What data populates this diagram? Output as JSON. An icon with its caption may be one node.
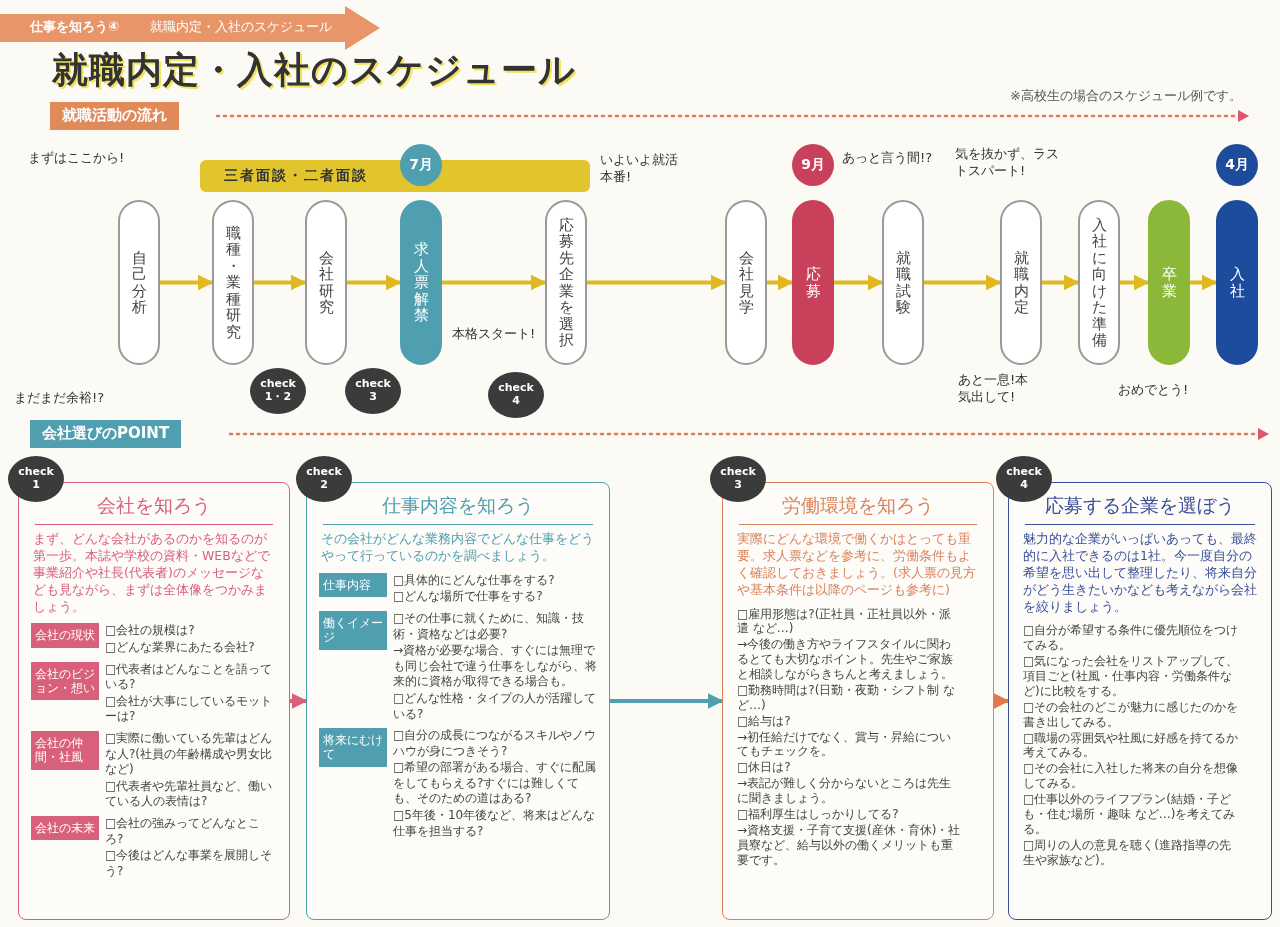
{
  "diagram": {
    "title": "就職内定・入社のスケジュール",
    "nodes": [
      {
        "text": [
          "自己分析"
        ]
      },
      {
        "text": [
          "職種・業種研究"
        ]
      },
      {
        "text": [
          "会社研究"
        ]
      },
      {
        "text": [
          "求人票解禁"
        ],
        "beside": [
          "7月"
        ]
      },
      {
        "text": [
          "応募先企業を選択"
        ]
      },
      {
        "text": [
          "会社見学"
        ]
      },
      {
        "text": [
          "応募"
        ],
        "beside": [
          "9月"
        ]
      },
      {
        "text": [
          "就職試験"
        ]
      },
      {
        "text": [
          "就職内定"
        ]
      },
      {
        "text": [
          "入社に向けた準備"
        ]
      },
      {
        "text": [
          "卒業"
        ]
      },
      {
        "text": [
          "入社"
        ],
        "beside": [
          "4月"
        ]
      },
      {
        "text": [
          "三者面談・二者面談"
        ]
      },
      {
        "text": [
          "check 1・2"
        ]
      },
      {
        "text": [
          "check 3"
        ]
      },
      {
        "text": [
          "check 4"
        ]
      },
      {
        "text": [
          "会社を知ろう",
          "まず、どんな会社があるのかを知るのが第一歩。本誌や学校の資料・WEBなどで事業紹介や社長(代表者)のメッセージなども見ながら、まずは全体像をつかみましょう。"
        ]
      },
      {
        "text": [
          "会社の現状"
        ],
        "in": 16,
        "beside": [
          "□会社の規模は?",
          "□どんな業界にあたる会社?"
        ]
      },
      {
        "text": [
          "会社のビジョン・想い"
        ],
        "in": 16,
        "beside": [
          "□代表者はどんなことを語っている?",
          "□会社が大事にしているモットーは?"
        ]
      },
      {
        "text": [
          "会社の仲間・社風"
        ],
        "in": 16,
        "beside": [
          "□実際に働いている先輩はどんな人?(社員の年齢構成や男女比など)",
          "□代表者や先輩社員など、働いている人の表情は?"
        ]
      },
      {
        "text": [
          "会社の未来"
        ],
        "in": 16,
        "beside": [
          "□会社の強みってどんなところ?",
          "□今後はどんな事業を展開しそう?"
        ]
      },
      {
        "text": [
          "仕事内容を知ろう",
          "その会社がどんな業務内容でどんな仕事をどうやって行っているのかを調べましょう。"
        ]
      },
      {
        "text": [
          "仕事内容"
        ],
        "in": 21,
        "beside": [
          "□具体的にどんな仕事をする?",
          "□どんな場所で仕事をする?"
        ]
      },
      {
        "text": [
          "働くイメージ"
        ],
        "in": 21,
        "beside": [
          "□その仕事に就くために、知識・技術・資格などは必要?",
          "→資格が必要な場合、すぐには無理でも同じ会社で違う仕事をしながら、将来的に資格が取得できる場合も。",
          "□どんな性格・タイプの人が活躍している?"
        ]
      },
      {
        "text": [
          "将来にむけて"
        ],
        "in": 21,
        "beside": [
          "□自分の成長につながるスキルやノウハウが身につきそう?",
          "□希望の部署がある場合、すぐに配属をしてもらえる?すぐには難しくても、そのための道はある?",
          "□5年後・10年後など、将来はどんな仕事を担当する?"
        ]
      },
      {
        "text": [
          "労働環境を知ろう",
          "実際にどんな環境で働くかはとっても重要。求人票などを参考に、労働条件もよく確認しておきましょう。(求人票の見方や基本条件は以降のページも参考に)",
          "□雇用形態は?(正社員・正社員以外・派遣 など…)",
          "→今後の働き方やライフスタイルに関わるとても大切なポイント。先生やご家族と相談しながらきちんと考えましょう。",
          "□勤務時間は?(日勤・夜勤・シフト制 など…)",
          "□給与は?",
          "→初任給だけでなく、賞与・昇給についてもチェックを。",
          "□休日は?",
          "→表記が難しく分からないところは先生に聞きましょう。",
          "□福利厚生はしっかりしてる?",
          "→資格支援・子育て支援(産休・育休)・社員寮など、給与以外の働くメリットも重要です。"
        ]
      },
      {
        "text": [
          "応募する企業を選ぼう",
          "魅力的な企業がいっぱいあっても、最終的に入社できるのは1社。今一度自分の希望を思い出して整理したり、将来自分がどう生きたいかなども考えながら会社を絞りましょう。",
          "□自分が希望する条件に優先順位をつけてみる。",
          "□気になった会社をリストアップして、項目ごと(社風・仕事内容・労働条件など)に比較をする。",
          "□その会社のどこが魅力に感じたのかを書き出してみる。",
          "□職場の雰囲気や社風に好感を持てるか考えてみる。",
          "□その会社に入社した将来の自分を想像してみる。",
          "□仕事以外のライフプラン(結婚・子ども・住む場所・趣味 など…)を考えてみる。",
          "□周りの人の意見を聴く(進路指導の先生や家族など)。"
        ]
      },
      {
        "text": [
          "check 1"
        ]
      },
      {
        "text": [
          "check 2"
        ]
      },
      {
        "text": [
          "check 3"
        ]
      },
      {
        "text": [
          "check 4"
        ]
      }
    ],
    "edges": [
      {
        "from": 0,
        "to": 1,
        "arrow": "to"
      },
      {
        "from": 1,
        "to": 2,
        "arrow": "to"
      },
      {
        "from": 2,
        "to": 3,
        "arrow": "to"
      },
      {
        "from": 3,
        "to": 4,
        "arrow": "to"
      },
      {
        "from": 4,
        "to": 5,
        "arrow": "to"
      },
      {
        "from": 5,
        "to": 6,
        "arrow": "to"
      },
      {
        "from": 6,
        "to": 7,
        "arrow": "to"
      },
      {
        "from": 7,
        "to": 8,
        "arrow": "to"
      },
      {
        "from": 8,
        "to": 9,
        "arrow": "to"
      },
      {
        "from": 9,
        "to": 10,
        "arrow": "to"
      },
      {
        "from": 10,
        "to": 11,
        "arrow": "to"
      },
      {
        "from": 16,
        "to": 21,
        "arrow": "to",
        "color": "#d9607a"
      },
      {
        "from": 21,
        "to": 25,
        "arrow": "to",
        "color": "#4f9fb0"
      },
      {
        "from": 25,
        "to": 26,
        "arrow": "to",
        "color": "#e07a4a"
      }
    ],
    "labels": [
      "仕事を知ろう④",
      "就職内定・入社のスケジュール",
      "就職活動の流れ",
      "※高校生の場合のスケジュール例です。",
      "まずはここから!",
      "いよいよ就活本番!",
      "まだまだ余裕!?",
      "本格スタート!",
      "あっと言う間!?",
      "気を抜かず、ラストスパート!",
      "あと一息!本気出して!",
      "おめでとう!",
      "会社選びのPOINT"
    ]
  }
}
